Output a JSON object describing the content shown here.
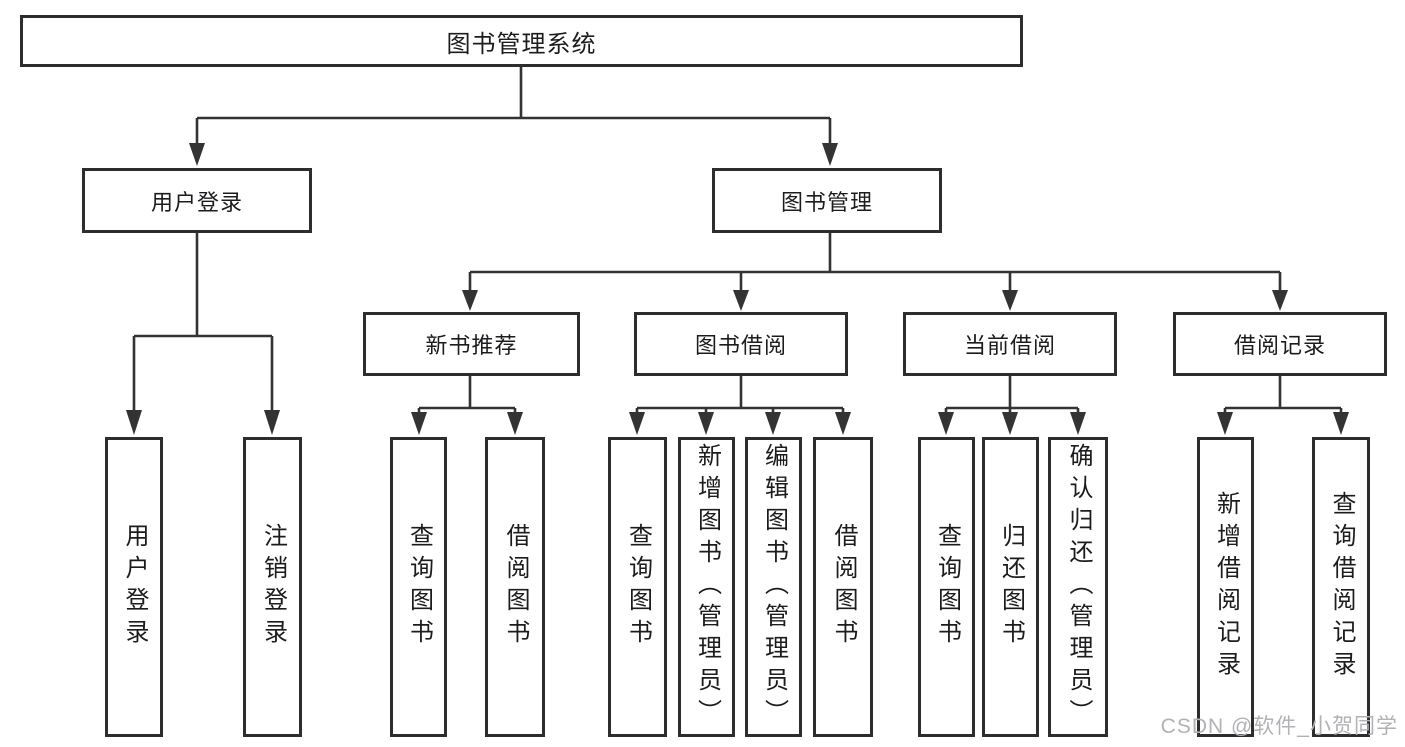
{
  "theme": {
    "line_color": "#333333",
    "border_color": "#2d2d2d",
    "text_color": "#1c1c1e",
    "background": "#ffffff",
    "watermark_color": "#b2b2b6"
  },
  "diagram": {
    "root": {
      "label": "图书管理系统"
    },
    "level2": [
      {
        "label": "用户登录"
      },
      {
        "label": "图书管理"
      }
    ],
    "level3": [
      {
        "label": "新书推荐"
      },
      {
        "label": "图书借阅"
      },
      {
        "label": "当前借阅"
      },
      {
        "label": "借阅记录"
      }
    ],
    "leaves": {
      "user_login": [
        {
          "label": "用户登录"
        },
        {
          "label": "注销登录"
        }
      ],
      "new_book": [
        {
          "label": "查询图书"
        },
        {
          "label": "借阅图书"
        }
      ],
      "book_borrow": [
        {
          "label": "查询图书"
        },
        {
          "label": "新增图书（管理员）"
        },
        {
          "label": "编辑图书（管理员）"
        },
        {
          "label": "借阅图书"
        }
      ],
      "current_borrow": [
        {
          "label": "查询图书"
        },
        {
          "label": "归还图书"
        },
        {
          "label": "确认归还（管理员）"
        }
      ],
      "borrow_record": [
        {
          "label": "新增借阅记录"
        },
        {
          "label": "查询借阅记录"
        }
      ]
    }
  },
  "watermark": {
    "text": "CSDN @软件_小贺同学"
  }
}
